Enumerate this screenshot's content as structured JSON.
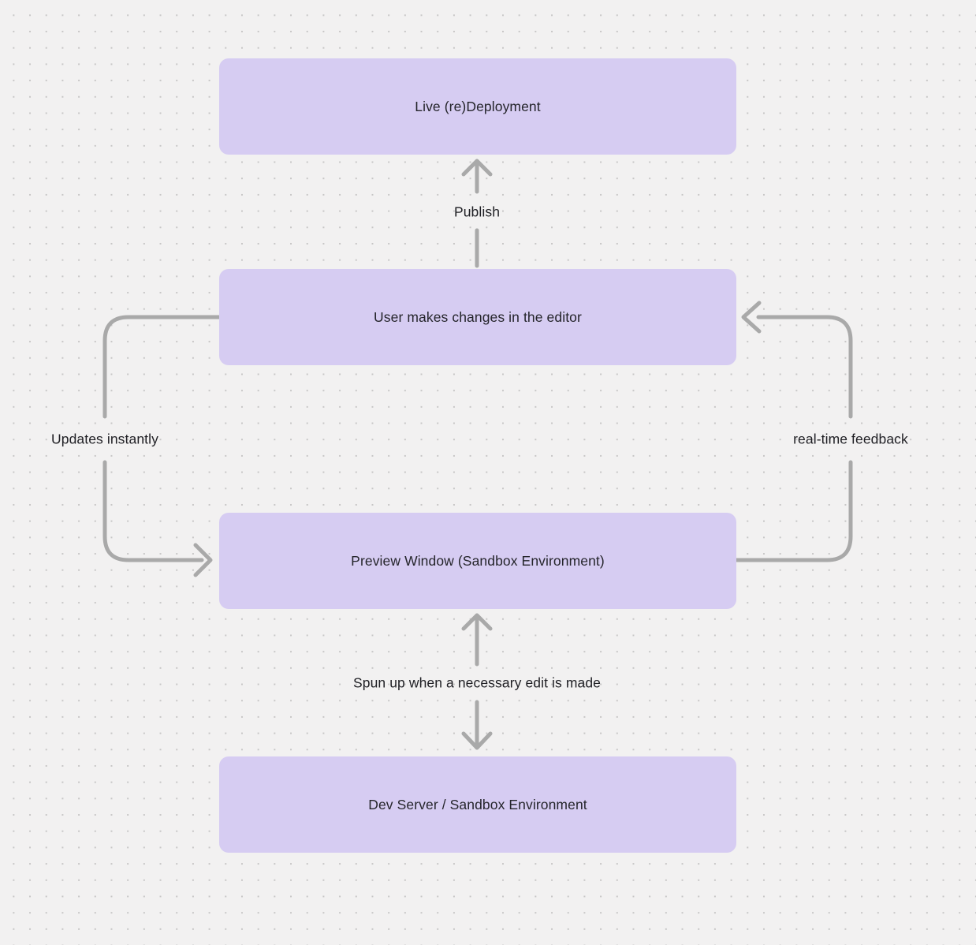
{
  "colors": {
    "canvas-bg": "#f2f1f1",
    "dot": "#c7c6c6",
    "node-fill": "#d6ccf2",
    "node-text": "#25252b",
    "label-text": "#1f1f24",
    "arrow": "#a9a9a9"
  },
  "nodes": [
    {
      "id": "live-redeployment",
      "label": "Live (re)Deployment"
    },
    {
      "id": "user-editor",
      "label": "User makes changes in the editor"
    },
    {
      "id": "preview-window",
      "label": "Preview Window (Sandbox Environment)"
    },
    {
      "id": "dev-server",
      "label": "Dev Server / Sandbox Environment"
    }
  ],
  "edges": [
    {
      "id": "publish",
      "label": "Publish",
      "from": "user-editor",
      "to": "live-redeployment",
      "direction": "up"
    },
    {
      "id": "updates-instantly",
      "label": "Updates instantly",
      "from": "user-editor",
      "to": "preview-window",
      "direction": "left-loop-down"
    },
    {
      "id": "real-time-feedback",
      "label": "real-time feedback",
      "from": "preview-window",
      "to": "user-editor",
      "direction": "right-loop-up"
    },
    {
      "id": "spun-up",
      "label": "Spun up when a necessary edit is made",
      "from": "dev-server",
      "to": "preview-window",
      "direction": "bidirectional-vertical"
    }
  ]
}
